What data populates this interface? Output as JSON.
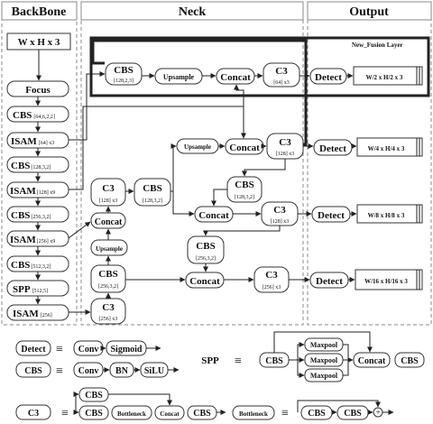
{
  "headers": {
    "backbone": "BackBone",
    "neck": "Neck",
    "output": "Output"
  },
  "fusion_layer_label": "New_Fusion Layer",
  "backbone": {
    "input": "W x H x 3",
    "focus": "Focus",
    "cbs1": "CBS",
    "cbs1_param": "[64,6,2,2]",
    "isam1": "ISAM",
    "isam1_param": "[64] x3",
    "cbs2": "CBS",
    "cbs2_param": "[128,3,2]",
    "isam2": "ISAM",
    "isam2_param": "[128] x9",
    "cbs3": "CBS",
    "cbs3_param": "[256,3,2]",
    "isam3": "ISAM",
    "isam3_param": "[256] x9",
    "cbs4": "CBS",
    "cbs4_param": "[512,3,2]",
    "spp": "SPP",
    "spp_param": "[512,5]",
    "isam4": "ISAM",
    "isam4_param": "[256]"
  },
  "neck": {
    "n_cbs1": "CBS",
    "n_cbs1_param": "[128,2,3]",
    "n_up1": "Upsample",
    "n_concat1": "Concat",
    "n_c3_1": "C3",
    "n_c3_1_param": "[64] x3",
    "n_up2": "Upsample",
    "n_concat2": "Concat",
    "n_c3_2": "C3",
    "n_c3_2_param": "[128] x3",
    "n_c3_3": "C3",
    "n_c3_3_param": "[128] x3",
    "n_cbs2": "CBS",
    "n_cbs2_param": "[128,3,2]",
    "n_cbs3": "CBS",
    "n_cbs3_param": "[128,3,2]",
    "n_concat3": "Concat",
    "n_c3_4": "C3",
    "n_c3_4_param": "[128] x3",
    "n_concat4": "Concat",
    "n_up3": "Upsample",
    "n_cbs4": "CBS",
    "n_cbs4_param": "[256,3,2]",
    "n_cbs5": "CBS",
    "n_cbs5_param": "[256,3,2]",
    "n_c3_5": "C3",
    "n_c3_5_param": "[256] x3",
    "n_concat5": "Concat",
    "n_c3_6": "C3",
    "n_c3_6_param": "[256] x3"
  },
  "output": {
    "detect1": "Detect",
    "out1": "W/2 x H/2 x 3",
    "detect2": "Detect",
    "out2": "W/4 x H/4 x 3",
    "detect3": "Detect",
    "out3": "W/8 x H/8 x 3",
    "detect4": "Detect",
    "out4": "W/16 x H/16 x 3"
  },
  "legend": {
    "equiv": "≡",
    "detect": "Detect",
    "conv_a": "Conv",
    "sigmoid": "Sigmoid",
    "cbs": "CBS",
    "conv_b": "Conv",
    "bn": "BN",
    "silu": "SiLU",
    "spp": "SPP",
    "spp_cbs1": "CBS",
    "maxpool1": "Maxpool",
    "maxpool2": "Maxpool",
    "maxpool3": "Maxpool",
    "spp_concat": "Concat",
    "spp_cbs2": "CBS",
    "c3": "C3",
    "c3_cbs_top": "CBS",
    "c3_cbs1": "CBS",
    "c3_bottleneck": "Bottleneck",
    "c3_concat": "Concat",
    "c3_cbs2": "CBS",
    "bottleneck": "Bottleneck",
    "bn_cbs1": "CBS",
    "bn_cbs2": "CBS",
    "plus": "+"
  }
}
